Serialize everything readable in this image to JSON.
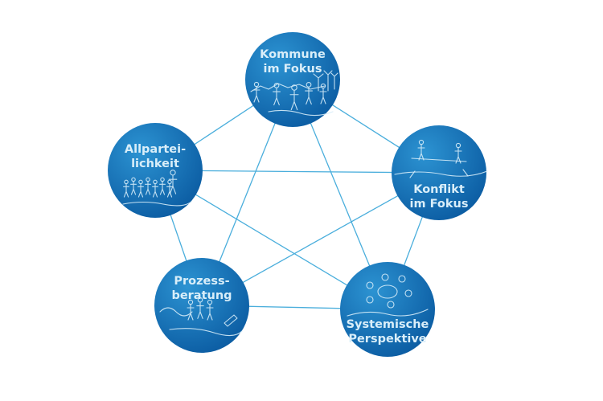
{
  "diagram": {
    "colors": {
      "connector": "#4aaedc",
      "node_fill_light": "#2c93d2",
      "node_fill_dark": "#0c5da3",
      "label": "#d9eef9",
      "background": "#ffffff"
    },
    "nodes": [
      {
        "id": "kommune",
        "lines": [
          "Kommune",
          "im Fokus"
        ],
        "illustration": "town-people-wind-turbines-sketch"
      },
      {
        "id": "konflikt",
        "lines": [
          "Konflikt",
          "im Fokus"
        ],
        "illustration": "tug-of-war-sketch"
      },
      {
        "id": "systemisch",
        "lines": [
          "Systemische",
          "Perspektive"
        ],
        "illustration": "people-around-table-sketch"
      },
      {
        "id": "prozess",
        "lines": [
          "Prozess-",
          "beratung"
        ],
        "illustration": "group-with-writing-hand-sketch"
      },
      {
        "id": "allpartei",
        "lines": [
          "Allpartei-",
          "lichkeit"
        ],
        "illustration": "crowd-sketch"
      }
    ],
    "edges": [
      [
        "kommune",
        "konflikt"
      ],
      [
        "konflikt",
        "systemisch"
      ],
      [
        "systemisch",
        "prozess"
      ],
      [
        "prozess",
        "allpartei"
      ],
      [
        "allpartei",
        "kommune"
      ],
      [
        "kommune",
        "systemisch"
      ],
      [
        "kommune",
        "prozess"
      ],
      [
        "allpartei",
        "konflikt"
      ],
      [
        "allpartei",
        "systemisch"
      ],
      [
        "prozess",
        "konflikt"
      ]
    ]
  }
}
